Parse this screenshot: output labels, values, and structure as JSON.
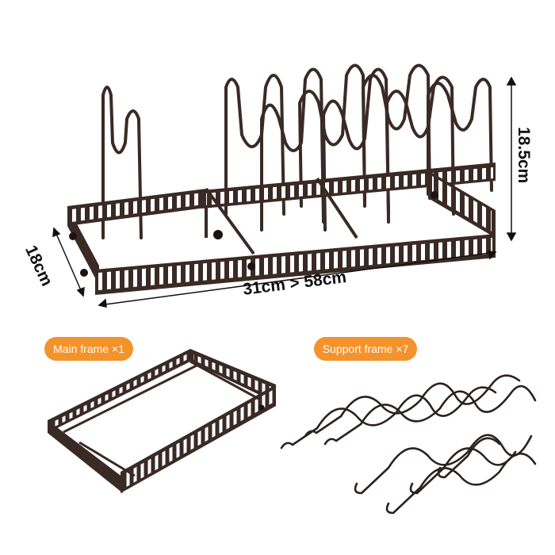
{
  "dimensions": {
    "length": "31cm > 58cm",
    "depth": "18cm",
    "height": "18.5cm"
  },
  "labels": {
    "main_frame": "Main frame ×1",
    "support_frame": "Support frame ×7"
  },
  "colors": {
    "accent": "#f4932c",
    "metal": "#3a2a26",
    "text": "#111111",
    "background": "#ffffff"
  }
}
